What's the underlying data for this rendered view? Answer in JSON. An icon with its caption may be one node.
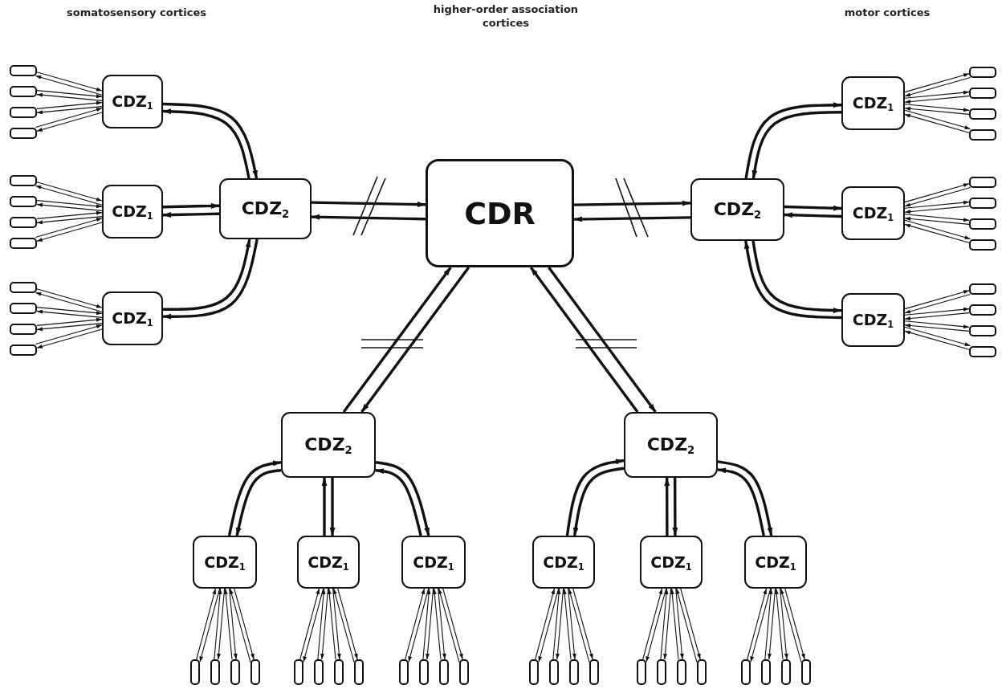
{
  "diagram": {
    "nodes": [
      {
        "text": [
          "CDR"
        ]
      },
      {
        "text": [
          "CDZ$_{2}$"
        ]
      },
      {
        "text": [
          "CDZ$_{2}$"
        ]
      },
      {
        "text": [
          "CDZ$_{2}$"
        ]
      },
      {
        "text": [
          "CDZ$_{2}$"
        ]
      },
      {
        "text": [
          "CDZ$_{1}$"
        ]
      },
      {
        "text": [
          "CDZ$_{1}$"
        ]
      },
      {
        "text": [
          "CDZ$_{1}$"
        ]
      },
      {
        "text": [
          "CDZ$_{1}$"
        ]
      },
      {
        "text": [
          "CDZ$_{1}$"
        ]
      },
      {
        "text": [
          "CDZ$_{1}$"
        ]
      },
      {
        "text": [
          "CDZ$_{1}$"
        ]
      },
      {
        "text": [
          "CDZ$_{1}$"
        ]
      },
      {
        "text": [
          "CDZ$_{1}$"
        ]
      },
      {
        "text": [
          "CDZ$_{1}$"
        ]
      },
      {
        "text": [
          "CDZ$_{1}$"
        ]
      },
      {
        "text": [
          "CDZ$_{1}$"
        ]
      },
      {
        "text": [],
        "shape": "box"
      },
      {
        "text": [],
        "shape": "box"
      },
      {
        "text": [],
        "shape": "box"
      },
      {
        "text": [],
        "shape": "box"
      },
      {
        "text": [],
        "shape": "box"
      },
      {
        "text": [],
        "shape": "box"
      },
      {
        "text": [],
        "shape": "box"
      },
      {
        "text": [],
        "shape": "box"
      },
      {
        "text": [],
        "shape": "box"
      },
      {
        "text": [],
        "shape": "box"
      },
      {
        "text": [],
        "shape": "box"
      },
      {
        "text": [],
        "shape": "box"
      },
      {
        "text": [],
        "shape": "box"
      },
      {
        "text": [],
        "shape": "box"
      },
      {
        "text": [],
        "shape": "box"
      },
      {
        "text": [],
        "shape": "box"
      },
      {
        "text": [],
        "shape": "box"
      },
      {
        "text": [],
        "shape": "box"
      },
      {
        "text": [],
        "shape": "box"
      },
      {
        "text": [],
        "shape": "box"
      },
      {
        "text": [],
        "shape": "box"
      },
      {
        "text": [],
        "shape": "box"
      },
      {
        "text": [],
        "shape": "box"
      },
      {
        "text": [],
        "shape": "box"
      },
      {
        "text": [],
        "shape": "box"
      },
      {
        "text": [],
        "shape": "box"
      },
      {
        "text": [],
        "shape": "box"
      },
      {
        "text": [],
        "shape": "box"
      },
      {
        "text": [],
        "shape": "box"
      },
      {
        "text": [],
        "shape": "box"
      },
      {
        "text": [],
        "shape": "box"
      },
      {
        "text": [],
        "shape": "box"
      },
      {
        "text": [],
        "shape": "box"
      },
      {
        "text": [],
        "shape": "box"
      },
      {
        "text": [],
        "shape": "box"
      },
      {
        "text": [],
        "shape": "box"
      },
      {
        "text": [],
        "shape": "box"
      },
      {
        "text": [],
        "shape": "box"
      },
      {
        "text": [],
        "shape": "box"
      },
      {
        "text": [],
        "shape": "box"
      },
      {
        "text": [],
        "shape": "box"
      },
      {
        "text": [],
        "shape": "box"
      },
      {
        "text": [],
        "shape": "box"
      },
      {
        "text": [],
        "shape": "box"
      },
      {
        "text": [],
        "shape": "box"
      },
      {
        "text": [],
        "shape": "box"
      },
      {
        "text": [],
        "shape": "box"
      },
      {
        "text": [],
        "shape": "box"
      }
    ],
    "edges": [
      {
        "from": 1,
        "to": 0,
        "arrow": "to",
        "style": "thick"
      },
      {
        "from": 0,
        "to": 1,
        "arrow": "to",
        "style": "thick"
      },
      {
        "from": 2,
        "to": 0,
        "arrow": "to",
        "style": "thick"
      },
      {
        "from": 0,
        "to": 2,
        "arrow": "to",
        "style": "thick"
      },
      {
        "from": 3,
        "to": 0,
        "arrow": "to",
        "style": "thick"
      },
      {
        "from": 0,
        "to": 3,
        "arrow": "to",
        "style": "thick"
      },
      {
        "from": 4,
        "to": 0,
        "arrow": "to",
        "style": "thick"
      },
      {
        "from": 0,
        "to": 4,
        "arrow": "to",
        "style": "thick"
      },
      {
        "from": 5,
        "to": 1,
        "arrow": "to",
        "style": "thick"
      },
      {
        "from": 1,
        "to": 5,
        "arrow": "to",
        "style": "thick"
      },
      {
        "from": 6,
        "to": 1,
        "arrow": "to",
        "style": "thick"
      },
      {
        "from": 1,
        "to": 6,
        "arrow": "to",
        "style": "thick"
      },
      {
        "from": 7,
        "to": 1,
        "arrow": "to",
        "style": "thick"
      },
      {
        "from": 1,
        "to": 7,
        "arrow": "to",
        "style": "thick"
      },
      {
        "from": 8,
        "to": 2,
        "arrow": "to",
        "style": "thick"
      },
      {
        "from": 2,
        "to": 8,
        "arrow": "to",
        "style": "thick"
      },
      {
        "from": 9,
        "to": 2,
        "arrow": "to",
        "style": "thick"
      },
      {
        "from": 2,
        "to": 9,
        "arrow": "to",
        "style": "thick"
      },
      {
        "from": 10,
        "to": 2,
        "arrow": "to",
        "style": "thick"
      },
      {
        "from": 2,
        "to": 10,
        "arrow": "to",
        "style": "thick"
      },
      {
        "from": 11,
        "to": 3,
        "arrow": "to",
        "style": "thick"
      },
      {
        "from": 3,
        "to": 11,
        "arrow": "to",
        "style": "thick"
      },
      {
        "from": 12,
        "to": 3,
        "arrow": "to",
        "style": "thick"
      },
      {
        "from": 3,
        "to": 12,
        "arrow": "to",
        "style": "thick"
      },
      {
        "from": 13,
        "to": 3,
        "arrow": "to",
        "style": "thick"
      },
      {
        "from": 3,
        "to": 13,
        "arrow": "to",
        "style": "thick"
      },
      {
        "from": 14,
        "to": 4,
        "arrow": "to",
        "style": "thick"
      },
      {
        "from": 4,
        "to": 14,
        "arrow": "to",
        "style": "thick"
      },
      {
        "from": 15,
        "to": 4,
        "arrow": "to",
        "style": "thick"
      },
      {
        "from": 4,
        "to": 15,
        "arrow": "to",
        "style": "thick"
      },
      {
        "from": 16,
        "to": 4,
        "arrow": "to",
        "style": "thick"
      },
      {
        "from": 4,
        "to": 16,
        "arrow": "to",
        "style": "thick"
      },
      {
        "from": 17,
        "to": 5,
        "arrow": "to"
      },
      {
        "from": 5,
        "to": 17,
        "arrow": "to"
      },
      {
        "from": 18,
        "to": 5,
        "arrow": "to"
      },
      {
        "from": 5,
        "to": 18,
        "arrow": "to"
      },
      {
        "from": 19,
        "to": 5,
        "arrow": "to"
      },
      {
        "from": 5,
        "to": 19,
        "arrow": "to"
      },
      {
        "from": 20,
        "to": 5,
        "arrow": "to"
      },
      {
        "from": 5,
        "to": 20,
        "arrow": "to"
      },
      {
        "from": 21,
        "to": 6,
        "arrow": "to"
      },
      {
        "from": 6,
        "to": 21,
        "arrow": "to"
      },
      {
        "from": 22,
        "to": 6,
        "arrow": "to"
      },
      {
        "from": 6,
        "to": 22,
        "arrow": "to"
      },
      {
        "from": 23,
        "to": 6,
        "arrow": "to"
      },
      {
        "from": 6,
        "to": 23,
        "arrow": "to"
      },
      {
        "from": 24,
        "to": 6,
        "arrow": "to"
      },
      {
        "from": 6,
        "to": 24,
        "arrow": "to"
      },
      {
        "from": 25,
        "to": 7,
        "arrow": "to"
      },
      {
        "from": 7,
        "to": 25,
        "arrow": "to"
      },
      {
        "from": 26,
        "to": 7,
        "arrow": "to"
      },
      {
        "from": 7,
        "to": 26,
        "arrow": "to"
      },
      {
        "from": 27,
        "to": 7,
        "arrow": "to"
      },
      {
        "from": 7,
        "to": 27,
        "arrow": "to"
      },
      {
        "from": 28,
        "to": 7,
        "arrow": "to"
      },
      {
        "from": 7,
        "to": 28,
        "arrow": "to"
      },
      {
        "from": 29,
        "to": 8,
        "arrow": "to"
      },
      {
        "from": 8,
        "to": 29,
        "arrow": "to"
      },
      {
        "from": 30,
        "to": 8,
        "arrow": "to"
      },
      {
        "from": 8,
        "to": 30,
        "arrow": "to"
      },
      {
        "from": 31,
        "to": 8,
        "arrow": "to"
      },
      {
        "from": 8,
        "to": 31,
        "arrow": "to"
      },
      {
        "from": 32,
        "to": 8,
        "arrow": "to"
      },
      {
        "from": 8,
        "to": 32,
        "arrow": "to"
      },
      {
        "from": 33,
        "to": 9,
        "arrow": "to"
      },
      {
        "from": 9,
        "to": 33,
        "arrow": "to"
      },
      {
        "from": 34,
        "to": 9,
        "arrow": "to"
      },
      {
        "from": 9,
        "to": 34,
        "arrow": "to"
      },
      {
        "from": 35,
        "to": 9,
        "arrow": "to"
      },
      {
        "from": 9,
        "to": 35,
        "arrow": "to"
      },
      {
        "from": 36,
        "to": 9,
        "arrow": "to"
      },
      {
        "from": 9,
        "to": 36,
        "arrow": "to"
      },
      {
        "from": 37,
        "to": 10,
        "arrow": "to"
      },
      {
        "from": 10,
        "to": 37,
        "arrow": "to"
      },
      {
        "from": 38,
        "to": 10,
        "arrow": "to"
      },
      {
        "from": 10,
        "to": 38,
        "arrow": "to"
      },
      {
        "from": 39,
        "to": 10,
        "arrow": "to"
      },
      {
        "from": 10,
        "to": 39,
        "arrow": "to"
      },
      {
        "from": 40,
        "to": 10,
        "arrow": "to"
      },
      {
        "from": 10,
        "to": 40,
        "arrow": "to"
      },
      {
        "from": 41,
        "to": 11,
        "arrow": "to"
      },
      {
        "from": 11,
        "to": 41,
        "arrow": "to"
      },
      {
        "from": 42,
        "to": 11,
        "arrow": "to"
      },
      {
        "from": 11,
        "to": 42,
        "arrow": "to"
      },
      {
        "from": 43,
        "to": 11,
        "arrow": "to"
      },
      {
        "from": 11,
        "to": 43,
        "arrow": "to"
      },
      {
        "from": 44,
        "to": 11,
        "arrow": "to"
      },
      {
        "from": 11,
        "to": 44,
        "arrow": "to"
      },
      {
        "from": 45,
        "to": 12,
        "arrow": "to"
      },
      {
        "from": 12,
        "to": 45,
        "arrow": "to"
      },
      {
        "from": 46,
        "to": 12,
        "arrow": "to"
      },
      {
        "from": 12,
        "to": 46,
        "arrow": "to"
      },
      {
        "from": 47,
        "to": 12,
        "arrow": "to"
      },
      {
        "from": 12,
        "to": 47,
        "arrow": "to"
      },
      {
        "from": 48,
        "to": 12,
        "arrow": "to"
      },
      {
        "from": 12,
        "to": 48,
        "arrow": "to"
      },
      {
        "from": 49,
        "to": 13,
        "arrow": "to"
      },
      {
        "from": 13,
        "to": 49,
        "arrow": "to"
      },
      {
        "from": 50,
        "to": 13,
        "arrow": "to"
      },
      {
        "from": 13,
        "to": 50,
        "arrow": "to"
      },
      {
        "from": 51,
        "to": 13,
        "arrow": "to"
      },
      {
        "from": 13,
        "to": 51,
        "arrow": "to"
      },
      {
        "from": 52,
        "to": 13,
        "arrow": "to"
      },
      {
        "from": 13,
        "to": 52,
        "arrow": "to"
      },
      {
        "from": 53,
        "to": 14,
        "arrow": "to"
      },
      {
        "from": 14,
        "to": 53,
        "arrow": "to"
      },
      {
        "from": 54,
        "to": 14,
        "arrow": "to"
      },
      {
        "from": 14,
        "to": 54,
        "arrow": "to"
      },
      {
        "from": 55,
        "to": 14,
        "arrow": "to"
      },
      {
        "from": 14,
        "to": 55,
        "arrow": "to"
      },
      {
        "from": 56,
        "to": 14,
        "arrow": "to"
      },
      {
        "from": 14,
        "to": 56,
        "arrow": "to"
      },
      {
        "from": 57,
        "to": 15,
        "arrow": "to"
      },
      {
        "from": 15,
        "to": 57,
        "arrow": "to"
      },
      {
        "from": 58,
        "to": 15,
        "arrow": "to"
      },
      {
        "from": 15,
        "to": 58,
        "arrow": "to"
      },
      {
        "from": 59,
        "to": 15,
        "arrow": "to"
      },
      {
        "from": 15,
        "to": 59,
        "arrow": "to"
      },
      {
        "from": 60,
        "to": 15,
        "arrow": "to"
      },
      {
        "from": 15,
        "to": 60,
        "arrow": "to"
      },
      {
        "from": 61,
        "to": 16,
        "arrow": "to"
      },
      {
        "from": 16,
        "to": 61,
        "arrow": "to"
      },
      {
        "from": 62,
        "to": 16,
        "arrow": "to"
      },
      {
        "from": 16,
        "to": 62,
        "arrow": "to"
      },
      {
        "from": 63,
        "to": 16,
        "arrow": "to"
      },
      {
        "from": 16,
        "to": 63,
        "arrow": "to"
      },
      {
        "from": 64,
        "to": 16,
        "arrow": "to"
      },
      {
        "from": 16,
        "to": 64,
        "arrow": "to"
      }
    ],
    "labels": [
      "somatosensory cortices",
      "higher-order association cortices",
      "motor cortices"
    ]
  }
}
